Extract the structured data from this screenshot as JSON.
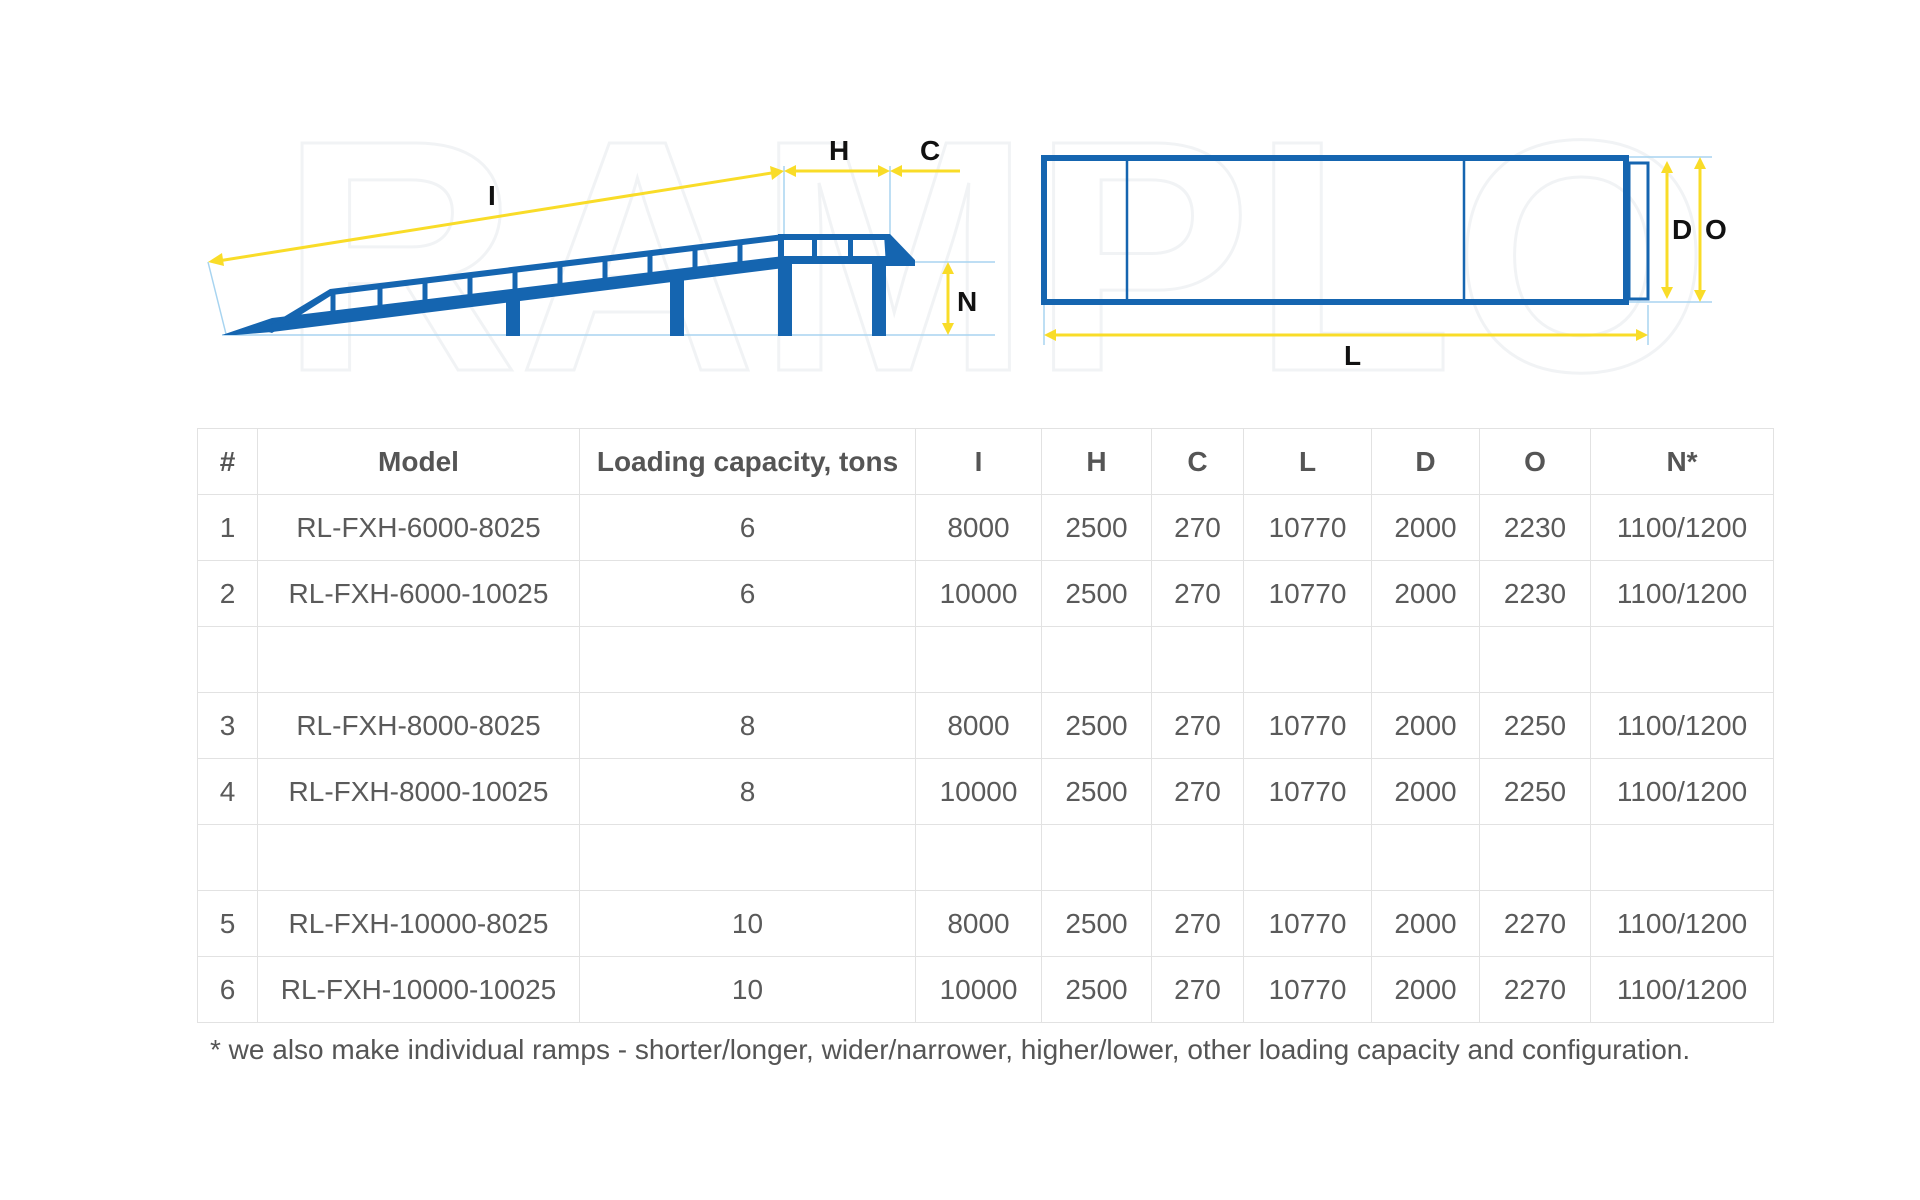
{
  "diagram": {
    "watermark": "RAMPLO",
    "side_view_labels": {
      "I": "I",
      "H": "H",
      "C": "C",
      "N": "N"
    },
    "top_view_labels": {
      "D": "D",
      "O": "O",
      "L": "L"
    },
    "colors": {
      "structure": "#1565b0",
      "dimension": "#f9dc28",
      "guide": "#a8d4f0"
    }
  },
  "table": {
    "headers": [
      "#",
      "Model",
      "Loading capacity, tons",
      "I",
      "H",
      "C",
      "L",
      "D",
      "O",
      "N*"
    ],
    "rows": [
      [
        "1",
        "RL-FXH-6000-8025",
        "6",
        "8000",
        "2500",
        "270",
        "10770",
        "2000",
        "2230",
        "1100/1200"
      ],
      [
        "2",
        "RL-FXH-6000-10025",
        "6",
        "10000",
        "2500",
        "270",
        "10770",
        "2000",
        "2230",
        "1100/1200"
      ],
      [
        "",
        "",
        "",
        "",
        "",
        "",
        "",
        "",
        "",
        ""
      ],
      [
        "3",
        "RL-FXH-8000-8025",
        "8",
        "8000",
        "2500",
        "270",
        "10770",
        "2000",
        "2250",
        "1100/1200"
      ],
      [
        "4",
        "RL-FXH-8000-10025",
        "8",
        "10000",
        "2500",
        "270",
        "10770",
        "2000",
        "2250",
        "1100/1200"
      ],
      [
        "",
        "",
        "",
        "",
        "",
        "",
        "",
        "",
        "",
        ""
      ],
      [
        "5",
        "RL-FXH-10000-8025",
        "10",
        "8000",
        "2500",
        "270",
        "10770",
        "2000",
        "2270",
        "1100/1200"
      ],
      [
        "6",
        "RL-FXH-10000-10025",
        "10",
        "10000",
        "2500",
        "270",
        "10770",
        "2000",
        "2270",
        "1100/1200"
      ]
    ]
  },
  "footnote": "* we also make individual ramps - shorter/longer, wider/narrower, higher/lower, other loading capacity and configuration."
}
